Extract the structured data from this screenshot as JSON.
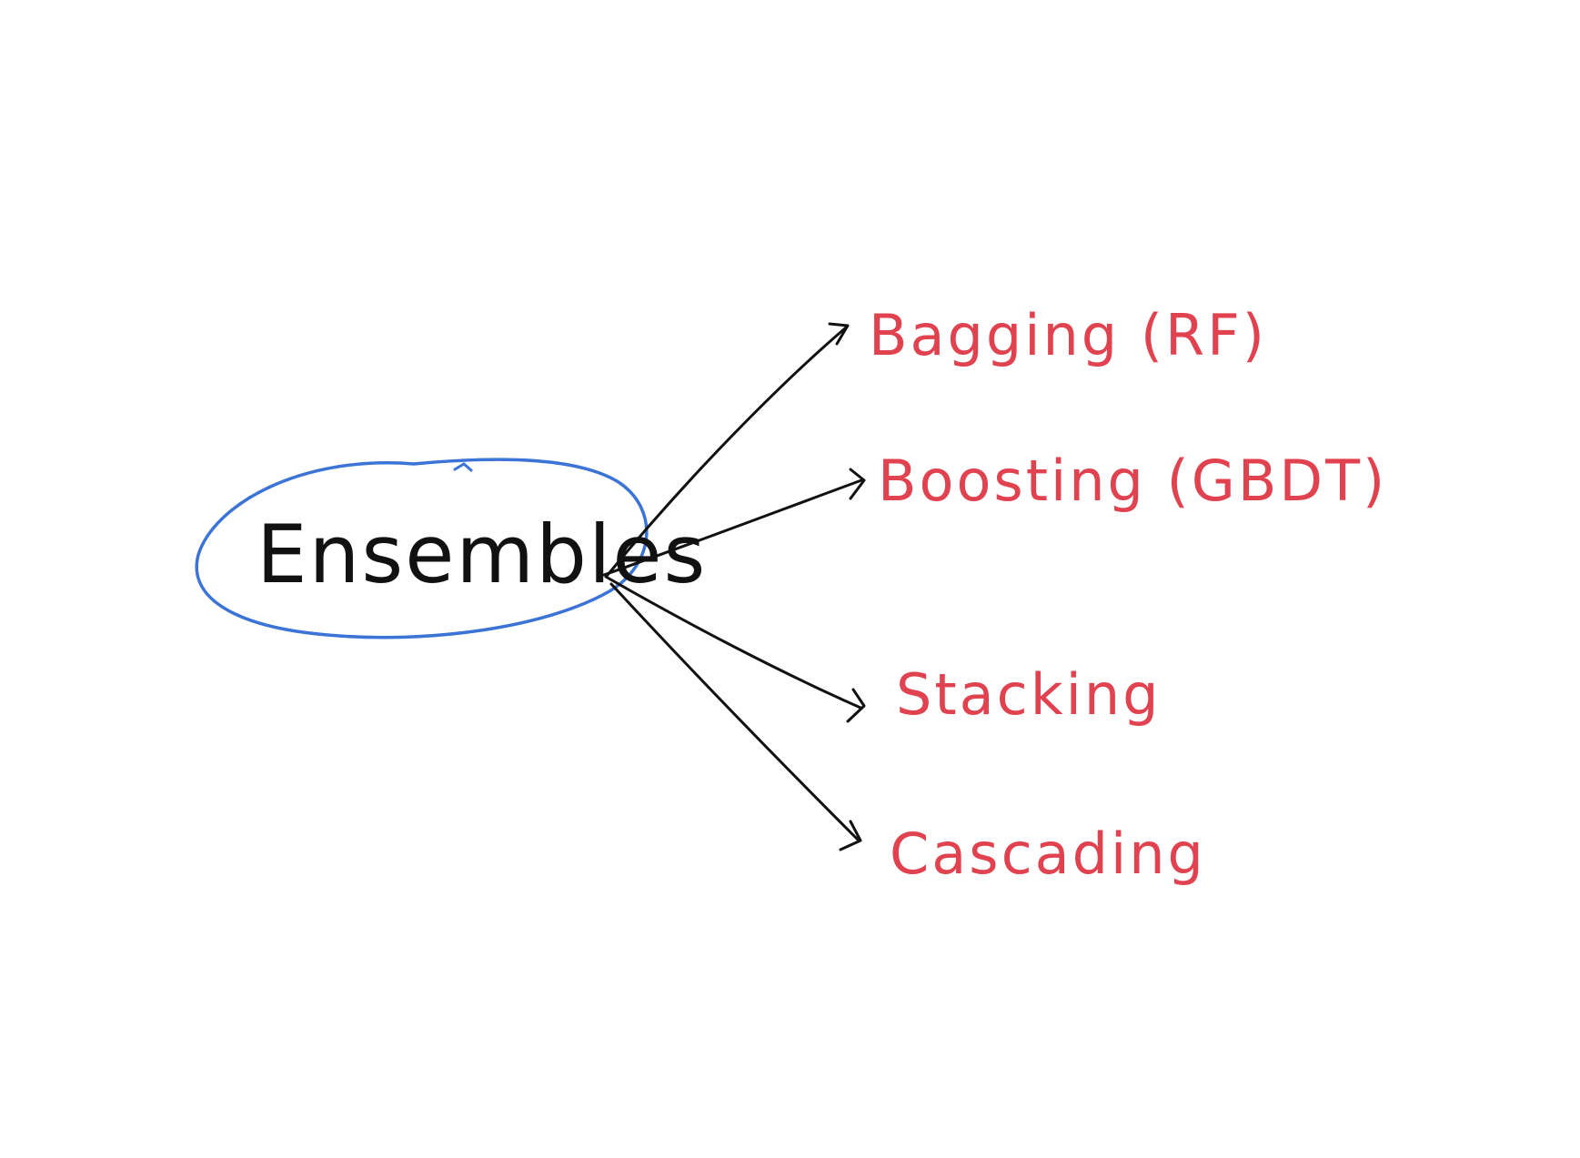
{
  "diagram": {
    "root": {
      "label": "Ensembles",
      "text_color": "#111111",
      "outline_color": "#3b74d6"
    },
    "arrow_color": "#111111",
    "branch_color": "#e0434f",
    "branches": [
      {
        "id": "bagging",
        "label": "Bagging (RF)"
      },
      {
        "id": "boosting",
        "label": "Boosting (GBDT)"
      },
      {
        "id": "stacking",
        "label": "Stacking"
      },
      {
        "id": "cascading",
        "label": "Cascading"
      }
    ]
  }
}
